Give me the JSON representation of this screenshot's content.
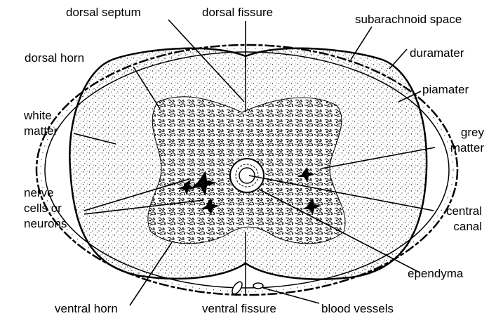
{
  "labels": {
    "dorsal_septum": "dorsal  septum",
    "dorsal_fissure": "dorsal  fissure",
    "subarachnoid_space": "subarachnoid  space",
    "dorsal_horn": "dorsal  horn",
    "duramater": "duramater",
    "piamater": "piamater",
    "white_matter": [
      "white",
      "matter"
    ],
    "grey_matter": [
      "grey",
      "matter"
    ],
    "nerve_cells": [
      "nerve",
      "cells  or",
      "neurons"
    ],
    "central_canal": [
      "central",
      "canal"
    ],
    "ependyma": "ependyma",
    "ventral_horn": "ventral  horn",
    "ventral_fissure": "ventral  fissure",
    "blood_vessels": "blood  vessels"
  }
}
